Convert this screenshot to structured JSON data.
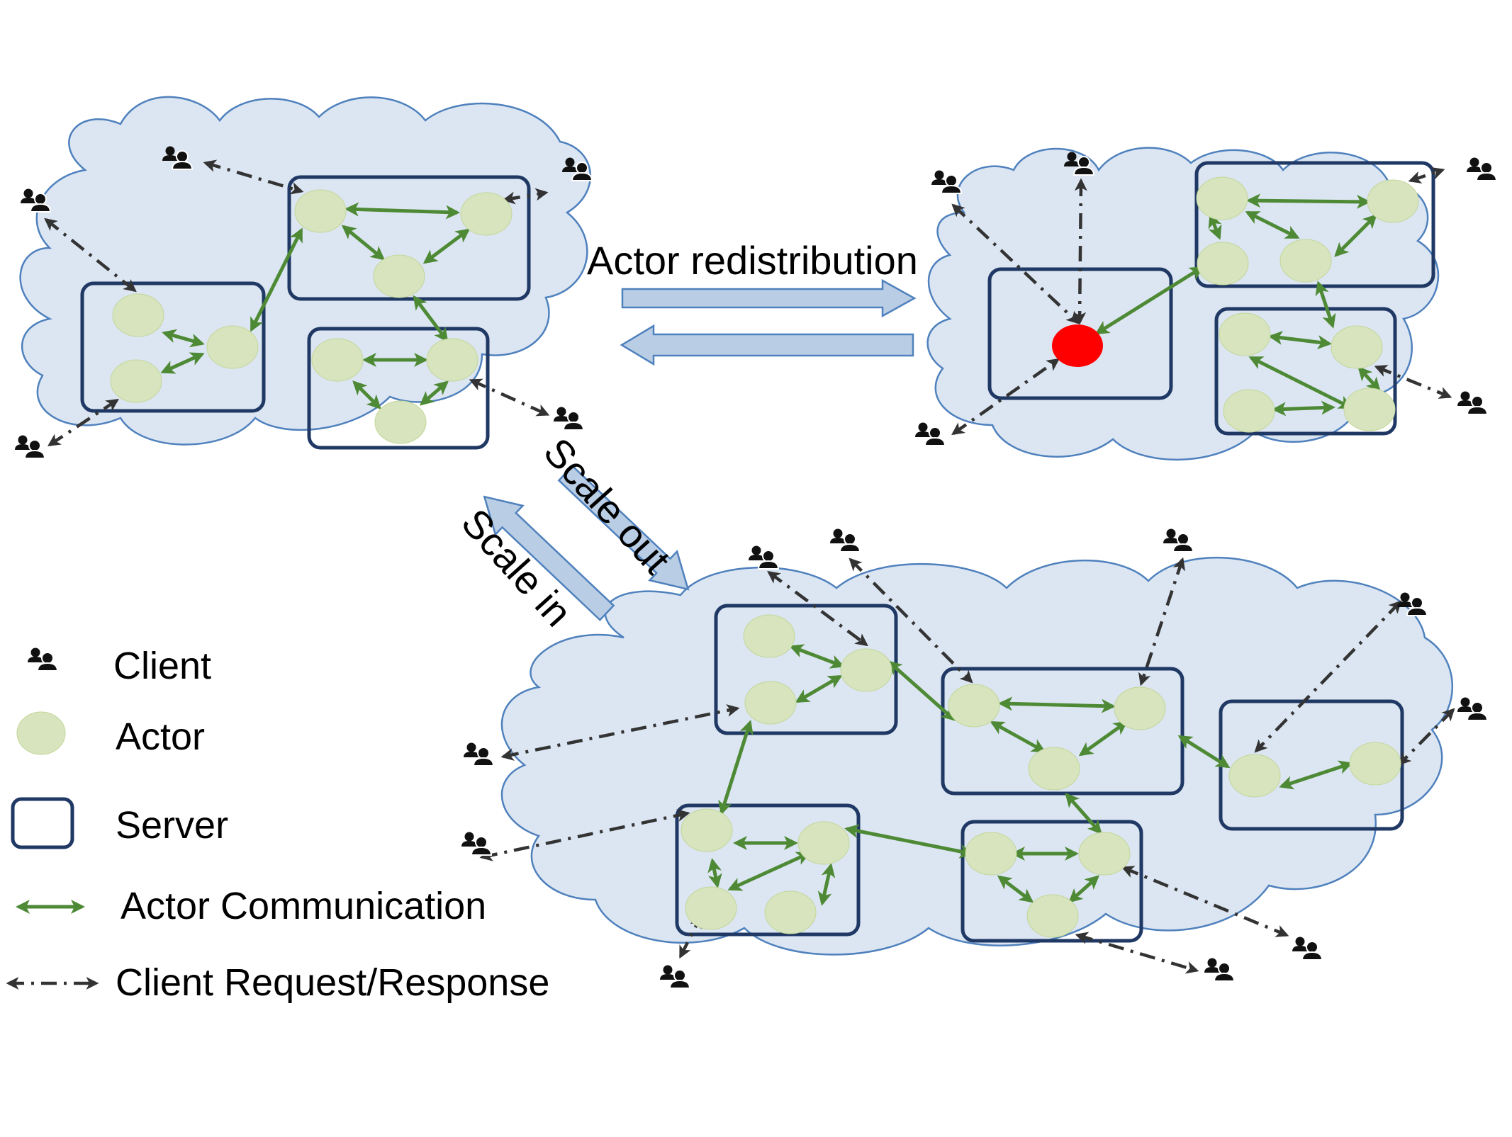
{
  "labels": {
    "redistribution": "Actor redistribution",
    "scale_out": "Scale out",
    "scale_in": "Scale in"
  },
  "legend": {
    "client": "Client",
    "actor": "Actor",
    "server": "Server",
    "communication": "Actor Communication",
    "request": "Client Request/Response"
  },
  "colors": {
    "cloud_fill": "#dce6f2",
    "cloud_stroke": "#4f81bd",
    "server_border": "#1f3864",
    "actor": "#d7e4bd",
    "hot_actor": "#ff0000",
    "communication": "#4e8a35",
    "request": "#333333"
  },
  "icons": {
    "client": "two-person-icon"
  }
}
